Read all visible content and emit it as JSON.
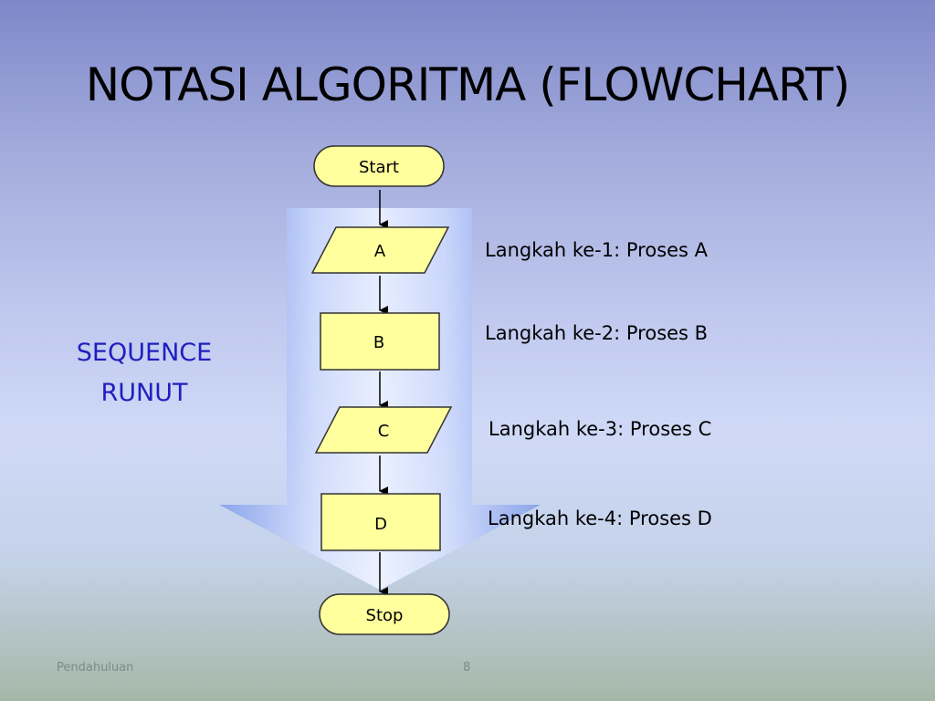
{
  "slide": {
    "title": "NOTASI ALGORITMA (FLOWCHART)",
    "side_label_line1": "SEQUENCE",
    "side_label_line2": "RUNUT",
    "footer_left": "Pendahuluan",
    "page_number": "8"
  },
  "flowchart": {
    "start_label": "Start",
    "stop_label": "Stop",
    "steps": [
      {
        "label": "A",
        "shape": "parallelogram",
        "description": "Langkah ke-1: Proses A"
      },
      {
        "label": "B",
        "shape": "rectangle",
        "description": "Langkah ke-2: Proses B"
      },
      {
        "label": "C",
        "shape": "parallelogram",
        "description": "Langkah ke-3: Proses C"
      },
      {
        "label": "D",
        "shape": "rectangle",
        "description": "Langkah ke-4: Proses D"
      }
    ]
  },
  "colors": {
    "node_fill": "#ffff9e",
    "node_stroke": "#333333",
    "side_label": "#1f1fbf",
    "arrow_band": "#6f8fe6"
  }
}
